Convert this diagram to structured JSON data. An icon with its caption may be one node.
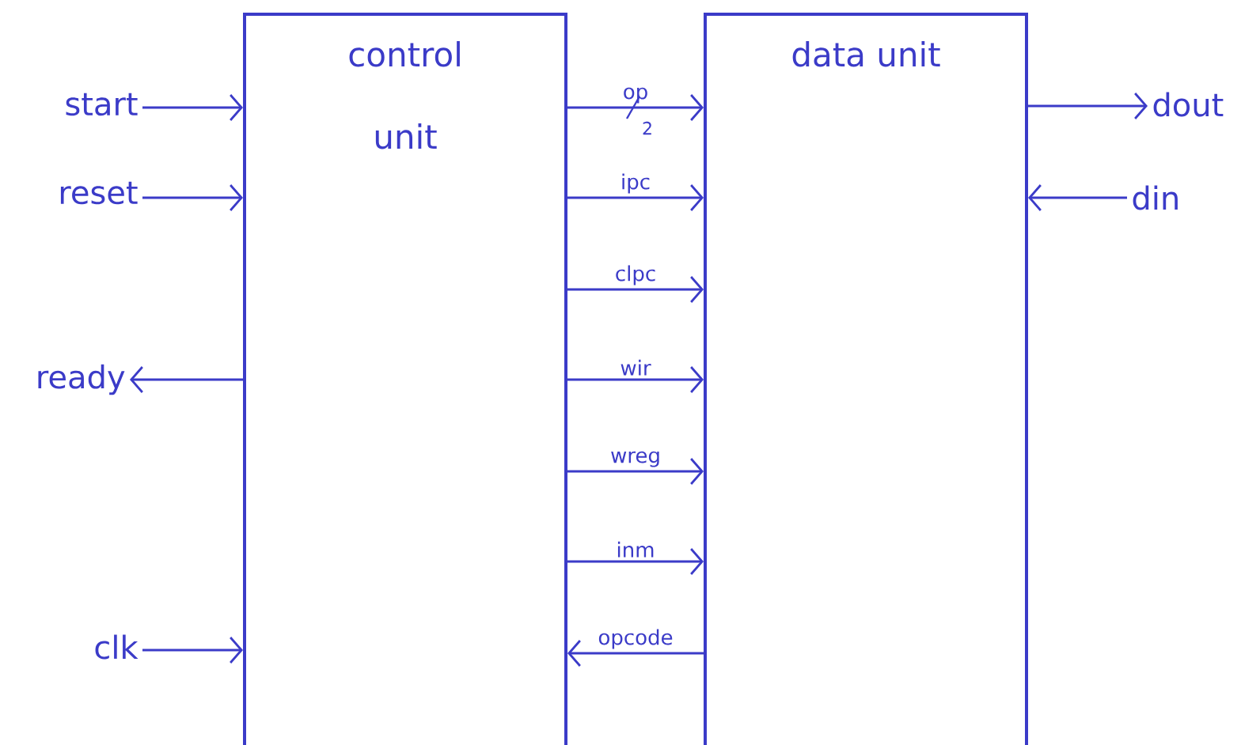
{
  "diagram": {
    "nodes": [
      {
        "text": [
          "control unit"
        ]
      },
      {
        "text": [
          "data unit"
        ]
      },
      {
        "text": [
          "start"
        ]
      },
      {
        "text": [
          "reset"
        ]
      },
      {
        "text": [
          "ready"
        ]
      },
      {
        "text": [
          "clk"
        ]
      },
      {
        "text": [
          "dout"
        ]
      },
      {
        "text": [
          "din"
        ]
      }
    ],
    "edges": [
      {
        "from": 2,
        "to": 0,
        "arrow": "to"
      },
      {
        "from": 3,
        "to": 0,
        "arrow": "to"
      },
      {
        "from": 0,
        "to": 4,
        "arrow": "to"
      },
      {
        "from": 5,
        "to": 0,
        "arrow": "to"
      },
      {
        "from": 0,
        "to": 1,
        "arrow": "to",
        "label": "op"
      },
      {
        "from": 0,
        "to": 1,
        "arrow": "to",
        "label": "ipc"
      },
      {
        "from": 0,
        "to": 1,
        "arrow": "to",
        "label": "clpc"
      },
      {
        "from": 0,
        "to": 1,
        "arrow": "to",
        "label": "wir"
      },
      {
        "from": 0,
        "to": 1,
        "arrow": "to",
        "label": "wreg"
      },
      {
        "from": 0,
        "to": 1,
        "arrow": "to",
        "label": "inm"
      },
      {
        "from": 1,
        "to": 0,
        "arrow": "to",
        "label": "opcode"
      },
      {
        "from": 1,
        "to": 6,
        "arrow": "to"
      },
      {
        "from": 7,
        "to": 1,
        "arrow": "to"
      }
    ],
    "labels": [
      "2"
    ]
  }
}
